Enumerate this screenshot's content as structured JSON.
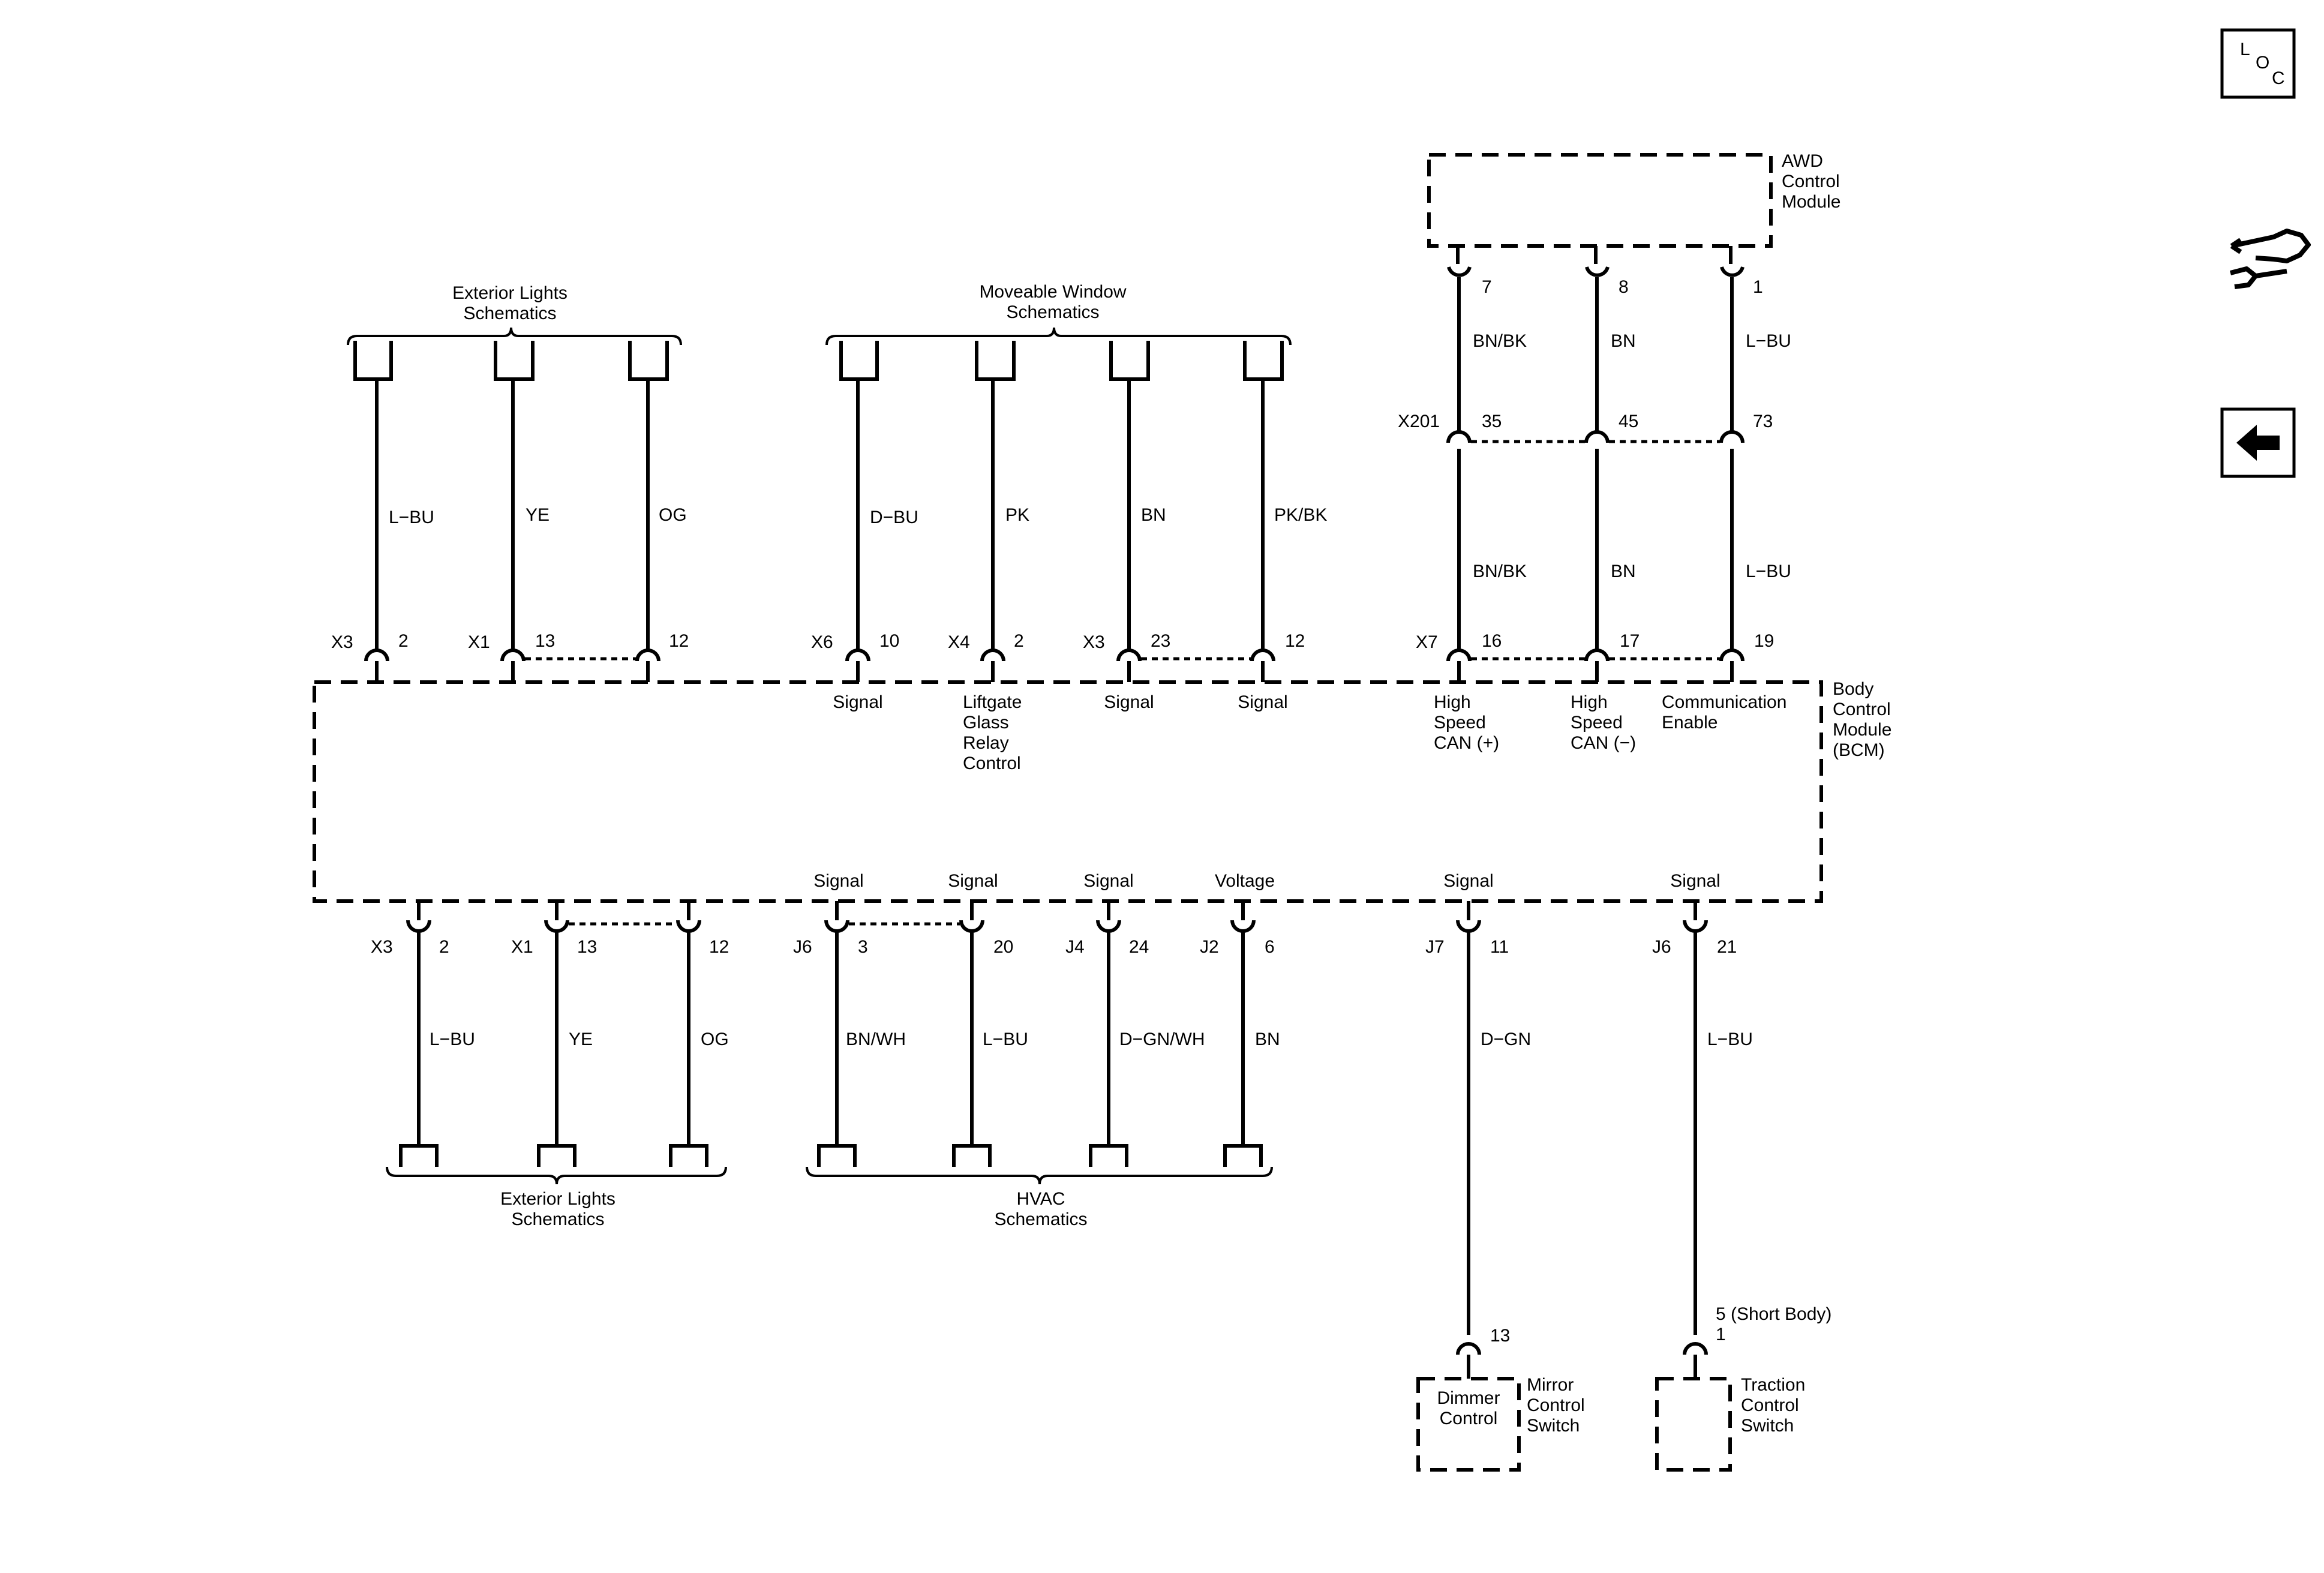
{
  "nav": {
    "loc": [
      "L",
      "O",
      "C"
    ]
  },
  "blocks": {
    "awd": [
      "AWD",
      "Control",
      "Module"
    ],
    "bcm": [
      "Body",
      "Control",
      "Module",
      "(BCM)"
    ],
    "mirror": [
      "Mirror",
      "Control",
      "Switch"
    ],
    "dimmer": [
      "Dimmer",
      "Control"
    ],
    "traction": [
      "Traction",
      "Control",
      "Switch"
    ]
  },
  "groups": {
    "ext_top": [
      "Exterior Lights",
      "Schematics"
    ],
    "window": [
      "Moveable Window",
      "Schematics"
    ],
    "ext_bottom": [
      "Exterior Lights",
      "Schematics"
    ],
    "hvac": [
      "HVAC",
      "Schematics"
    ]
  },
  "connectors": {
    "x201": "X201",
    "top": {
      "a": "X3",
      "b": "X1",
      "c": "X6",
      "d": "X4",
      "e": "X3",
      "f": "X7"
    },
    "bottom": {
      "a": "X3",
      "b": "X1",
      "c": "J6",
      "d": "J4",
      "e": "J2",
      "f": "J7",
      "g": "J6"
    }
  },
  "pins": {
    "awd": [
      "7",
      "8",
      "1"
    ],
    "x201": [
      "35",
      "45",
      "73"
    ],
    "bcm_top": [
      "2",
      "13",
      "12",
      "10",
      "2",
      "23",
      "12",
      "16",
      "17",
      "19"
    ],
    "bcm_bottom": [
      "2",
      "13",
      "12",
      "3",
      "20",
      "24",
      "6",
      "11",
      "21"
    ],
    "mirror": "13",
    "traction": [
      "5 (Short Body)",
      "1"
    ]
  },
  "wires": {
    "top": [
      "L−BU",
      "YE",
      "OG",
      "D−BU",
      "PK",
      "BN",
      "PK/BK"
    ],
    "awd_upper": [
      "BN/BK",
      "BN",
      "L−BU"
    ],
    "awd_lower": [
      "BN/BK",
      "BN",
      "L−BU"
    ],
    "bottom": [
      "L−BU",
      "YE",
      "OG",
      "BN/WH",
      "L−BU",
      "D−GN/WH",
      "BN",
      "D−GN",
      "L−BU"
    ]
  },
  "signals": {
    "top": {
      "s1": [
        "Signal"
      ],
      "s2": [
        "Liftgate",
        "Glass",
        "Relay",
        "Control"
      ],
      "s3": [
        "Signal"
      ],
      "s4": [
        "Signal"
      ],
      "s5": [
        "High",
        "Speed",
        "CAN (+)"
      ],
      "s6": [
        "High",
        "Speed",
        "CAN (−)"
      ],
      "s7": [
        "Communication",
        "Enable"
      ]
    },
    "bottom": [
      "Signal",
      "Signal",
      "Signal",
      "Voltage",
      "Signal",
      "Signal"
    ]
  }
}
